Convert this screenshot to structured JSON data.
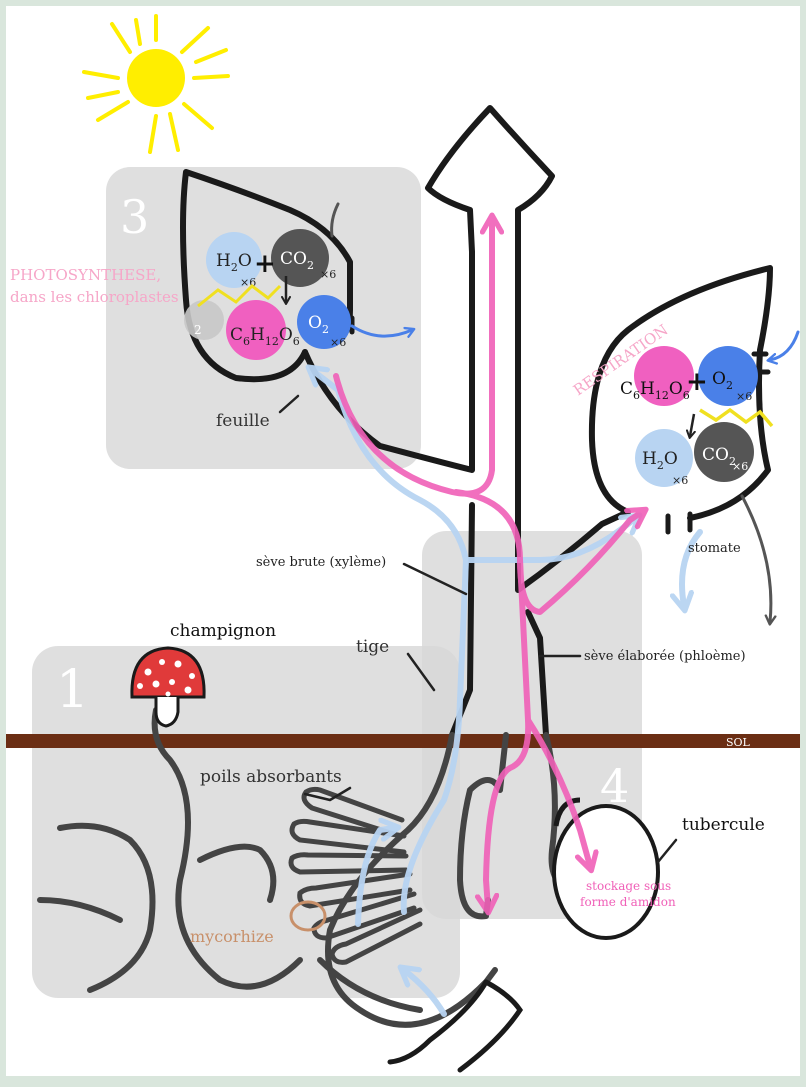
{
  "colors": {
    "frame": "#d9e6dc",
    "background": "#ffffff",
    "panel": "#d8d8d8",
    "outline": "#1a1a1a",
    "soil": "#6b2e14",
    "root": "#444444",
    "sun": "#ffee00",
    "xylem": "#b8d4f2",
    "phloem": "#f060b8",
    "oxygen": "#4a80e8",
    "glucose": "#f060c0",
    "water": "#b8d4f2",
    "co2": "#555555",
    "energy": "#f0e020",
    "mycorrhiza": "#c8906a",
    "mushroom_cap": "#e03a3a"
  },
  "panels": {
    "p3": "3",
    "p1": "1",
    "p4": "4"
  },
  "labels": {
    "photosynthese_line1": "PHOTOSYNTHESE,",
    "photosynthese_line2": "dans les chloroplastes",
    "respiration": "RESPIRATION",
    "feuille": "feuille",
    "seve_brute": "sève brute (xylème)",
    "seve_elaboree": "sève élaborée (phloème)",
    "tige": "tige",
    "champignon": "champignon",
    "poils_absorbants": "poils absorbants",
    "mycorhize": "mycorhize",
    "tubercule": "tubercule",
    "stockage_line1": "stockage sous",
    "stockage_line2": "forme d'amidon",
    "stomate": "stomate",
    "sol": "SOL"
  },
  "molecules": {
    "h2o": {
      "a": "H",
      "sub1": "2",
      "b": "O",
      "mult": "×6"
    },
    "co2": {
      "a": "CO",
      "sub1": "2",
      "mult": "×6"
    },
    "glucose": {
      "a": "C",
      "s1": "6",
      "b": "H",
      "s2": "12",
      "c": "O",
      "s3": "6"
    },
    "o2": {
      "a": "O",
      "sub1": "2",
      "mult": "×6"
    },
    "plus": "+",
    "faded_sub": "2"
  }
}
